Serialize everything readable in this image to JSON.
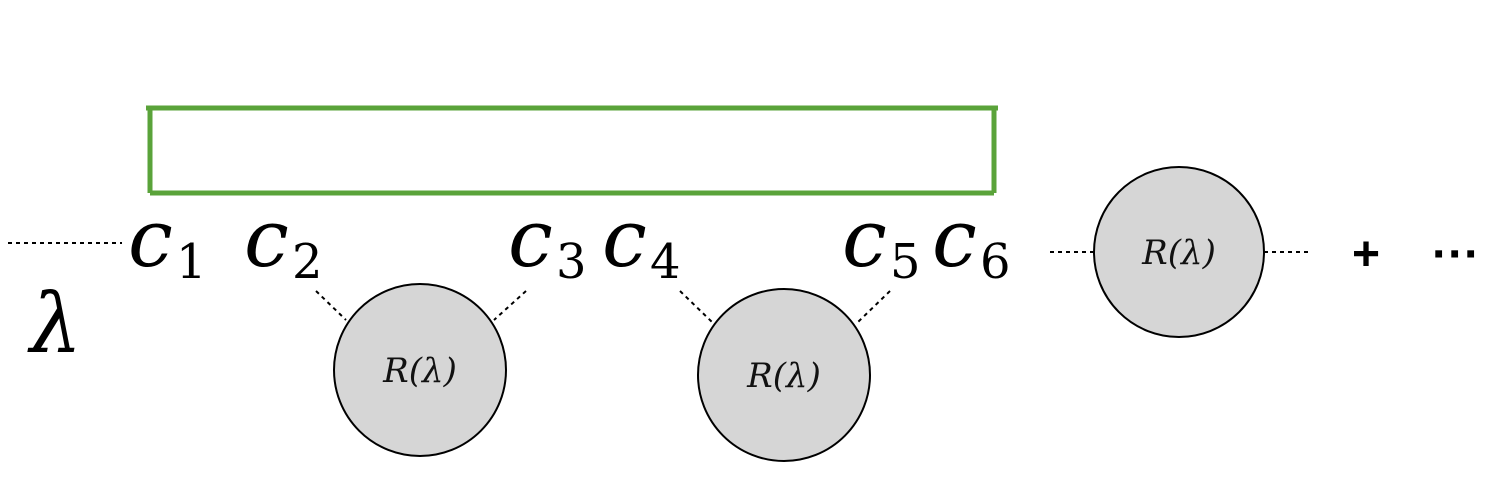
{
  "diagram": {
    "external_label": "λ",
    "color_bracket": "#5aa33a",
    "node_fill": "#d6d6d6",
    "sites": [
      {
        "letter": "c",
        "index": "1"
      },
      {
        "letter": "c",
        "index": "2"
      },
      {
        "letter": "c",
        "index": "3"
      },
      {
        "letter": "c",
        "index": "4"
      },
      {
        "letter": "c",
        "index": "5"
      },
      {
        "letter": "c",
        "index": "6"
      }
    ],
    "nodes": [
      {
        "label": "R(λ)"
      },
      {
        "label": "R(λ)"
      },
      {
        "label": "R(λ)"
      }
    ],
    "plus": "+",
    "ellipsis": "···"
  }
}
